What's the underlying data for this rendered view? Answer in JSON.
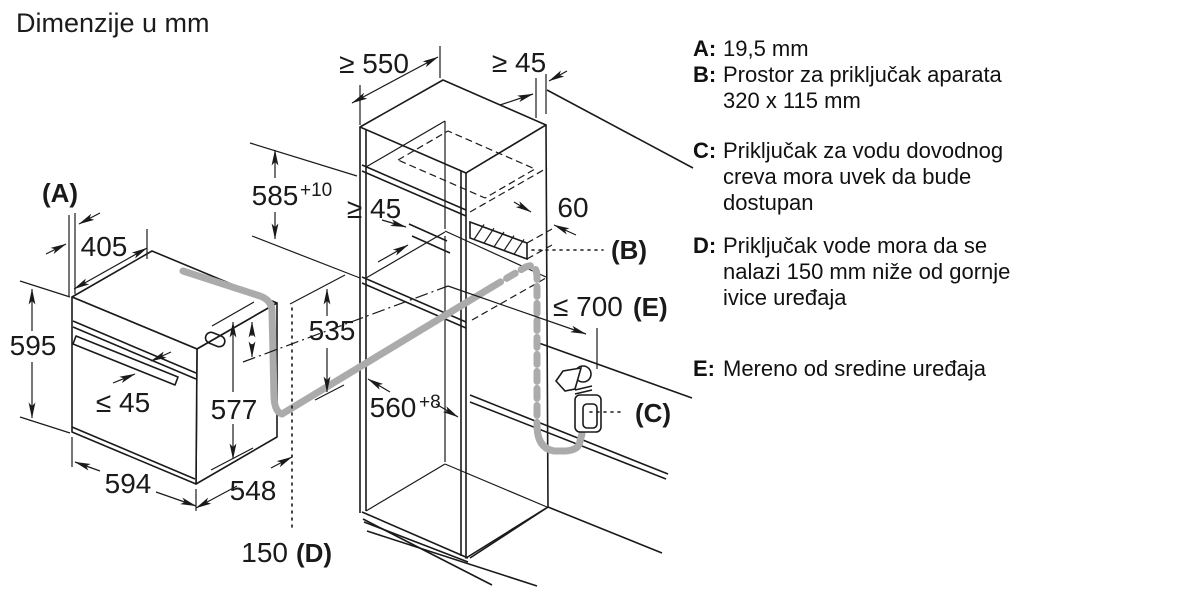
{
  "title": "Dimenzije u mm",
  "legend": {
    "entries": [
      {
        "key": "A:",
        "lines": [
          "19,5 mm"
        ]
      },
      {
        "key": "B:",
        "lines": [
          "Prostor za priključak aparata",
          "320 x 115 mm"
        ]
      },
      {
        "key": "C:",
        "lines": [
          "Priključak za vodu dovodnog",
          "creva mora uvek da bude",
          "dostupan"
        ]
      },
      {
        "key": "D:",
        "lines": [
          "Priključak vode mora da se",
          "nalazi 150 mm niže od gornje",
          "ivice uređaja"
        ]
      },
      {
        "key": "E:",
        "lines": [
          "Mereno od sredine uređaja"
        ]
      }
    ]
  },
  "dimensions": {
    "a_label": "(A)",
    "oven_top_depth": "405",
    "oven_front_height": "595",
    "handle_depth": "≤ 45",
    "oven_side_height": "577",
    "oven_width": "594",
    "oven_depth": "548",
    "d_value": "150",
    "d_label": "(D)",
    "niche_height": "585",
    "niche_height_tol": "+10",
    "inner_height": "535",
    "niche_depth": "560",
    "niche_depth_tol": "+8",
    "cabinet_depth": "≥ 550",
    "wall_gap": "≥ 45",
    "shelf_gap": "≥ 45",
    "vent_offset": "60",
    "b_label": "(B)",
    "e_value": "≤ 700",
    "e_label": "(E)",
    "c_label": "(C)"
  },
  "colors": {
    "line": "#1a1a1a",
    "hose": "#ababab",
    "background": "#ffffff"
  }
}
